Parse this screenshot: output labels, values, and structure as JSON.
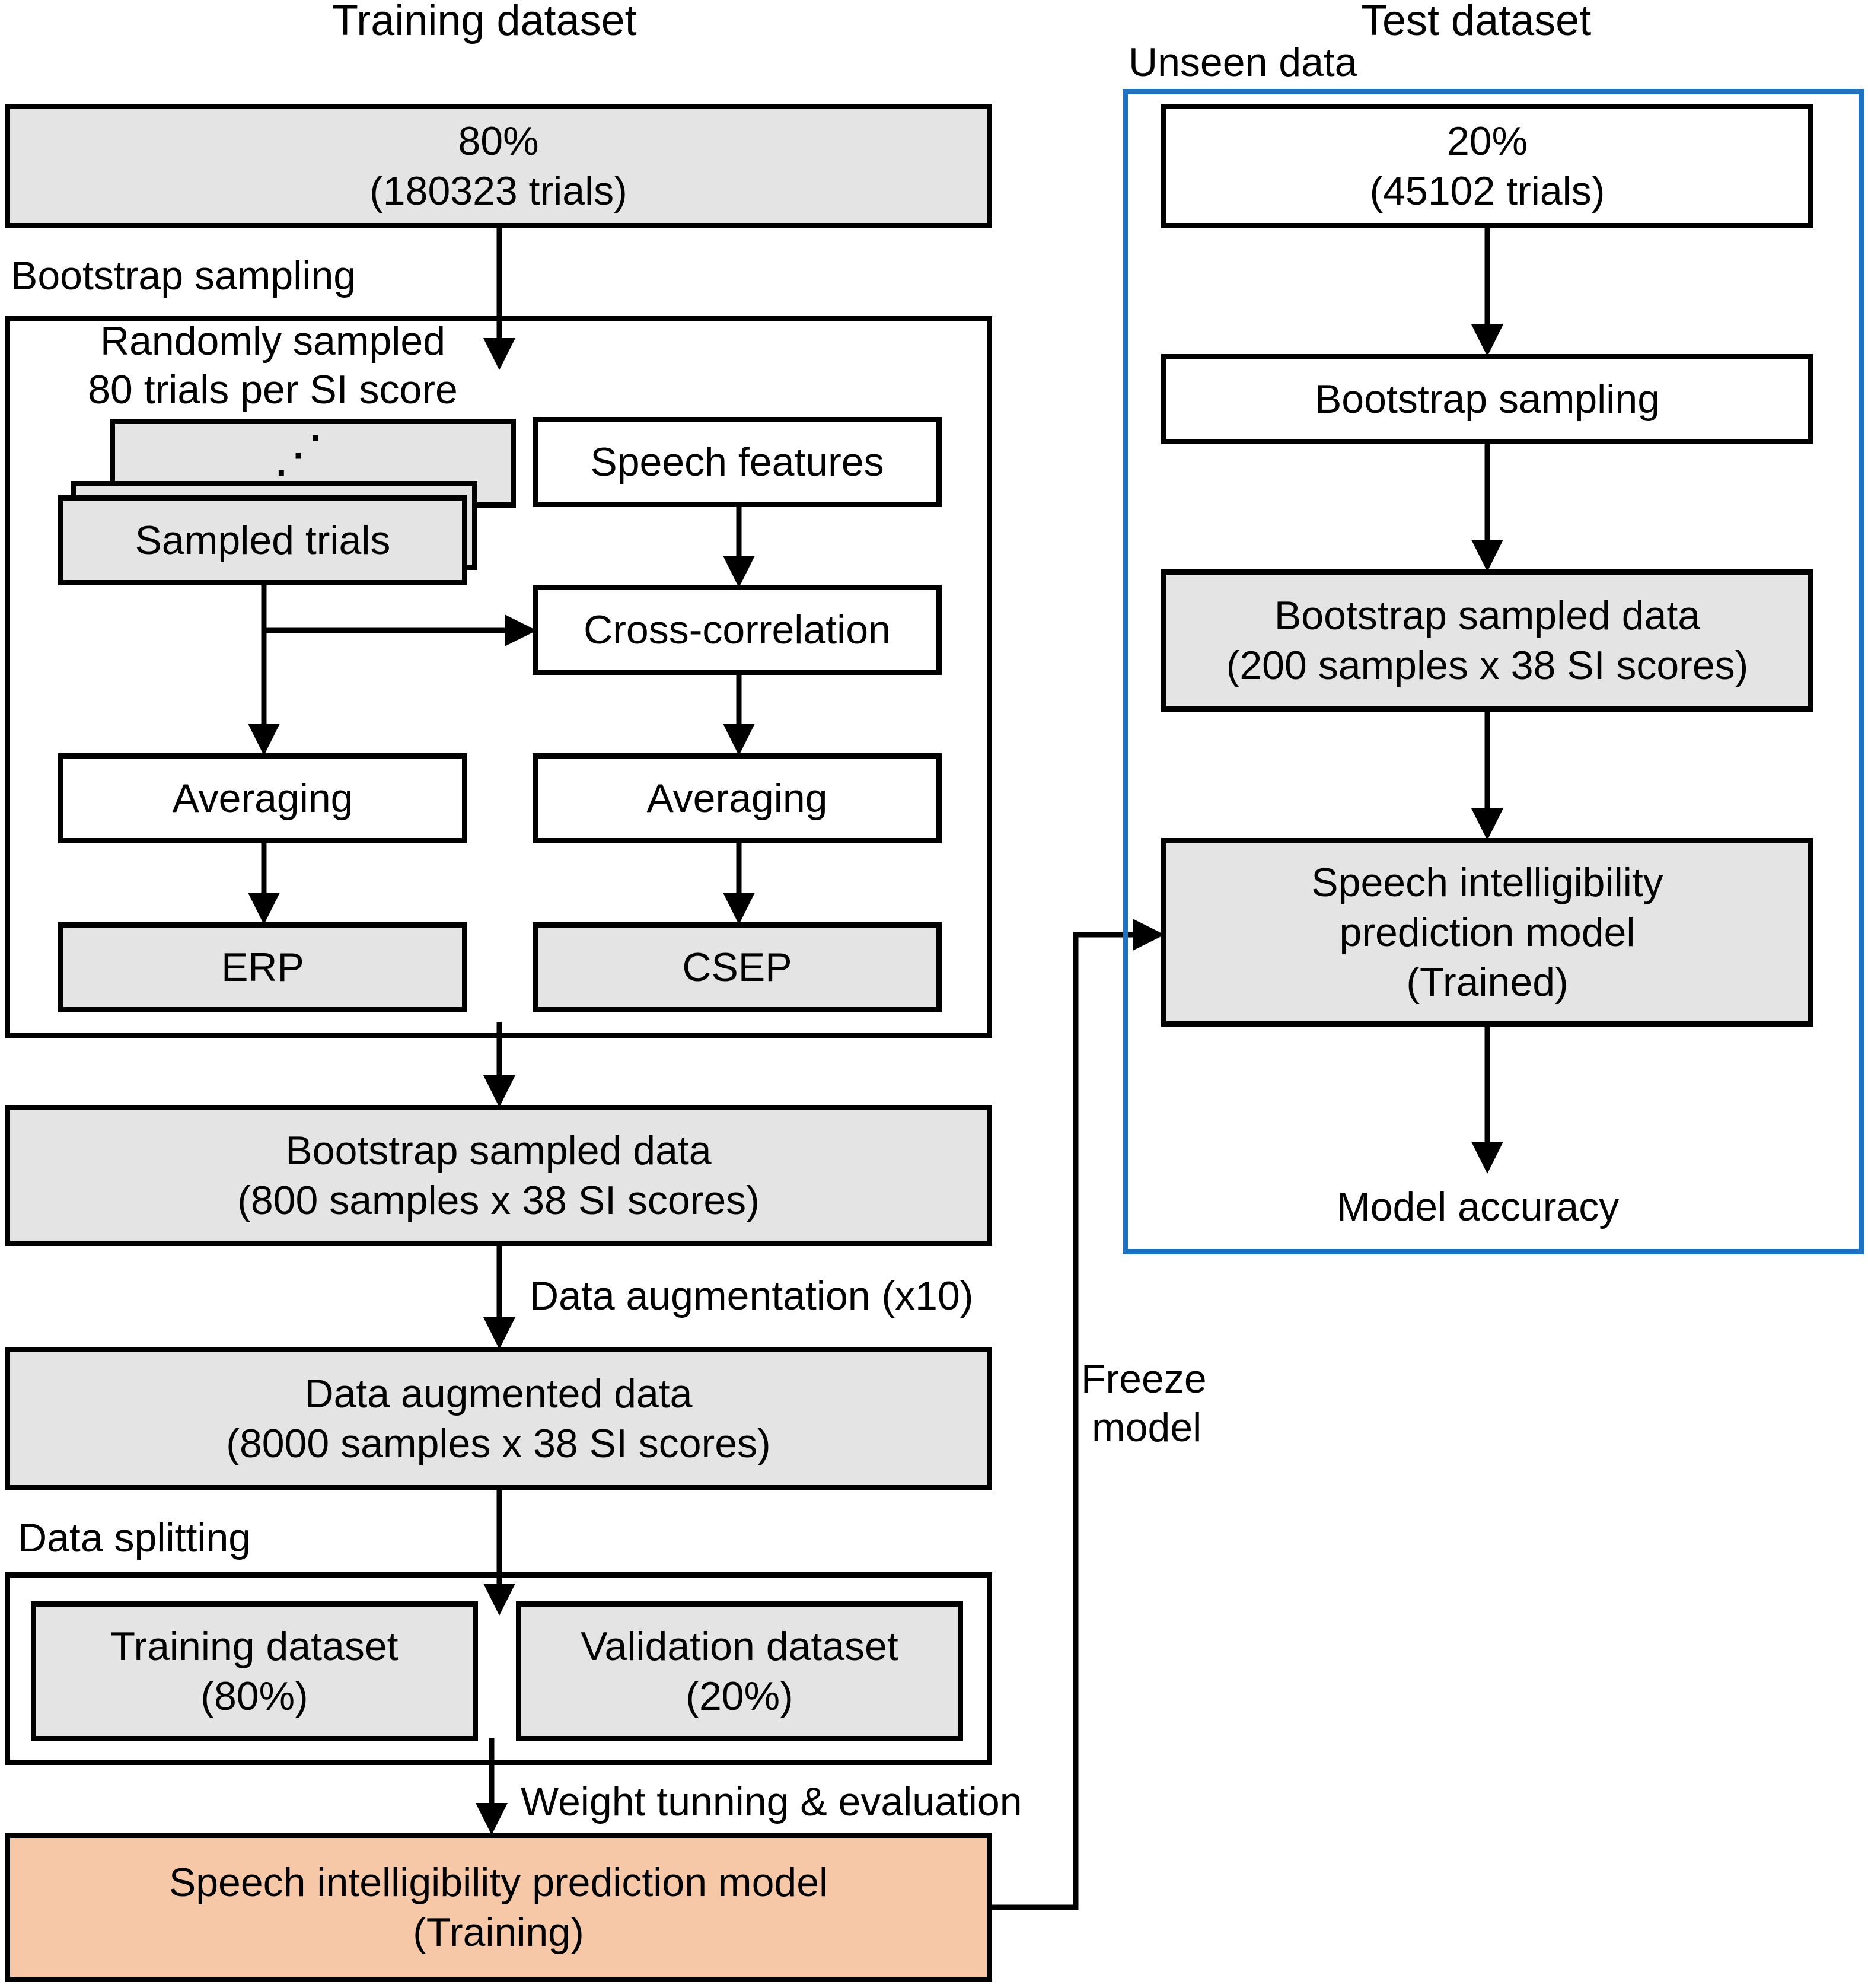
{
  "headers": {
    "training": "Training dataset",
    "test": "Test dataset"
  },
  "labels": {
    "unseen_data": "Unseen data",
    "bootstrap_sampling": "Bootstrap sampling",
    "randomly_sampled_line1": "Randomly sampled",
    "randomly_sampled_line2": "80 trials per SI score",
    "data_augmentation": "Data augmentation (x10)",
    "data_splitting": "Data splitting",
    "weight_tuning": "Weight tunning & evaluation",
    "freeze_line1": "Freeze",
    "freeze_line2": "model",
    "model_accuracy": "Model accuracy",
    "stack_dots": "⋰"
  },
  "training": {
    "split_line1": "80%",
    "split_line2": "(180323 trials)",
    "sampled_trials": "Sampled trials",
    "speech_features": "Speech features",
    "cross_correlation": "Cross-correlation",
    "averaging_left": "Averaging",
    "averaging_right": "Averaging",
    "erp": "ERP",
    "csep": "CSEP",
    "bootstrap_data_line1": "Bootstrap sampled data",
    "bootstrap_data_line2": "(800 samples x 38 SI scores)",
    "augmented_line1": "Data augmented data",
    "augmented_line2": "(8000 samples x 38 SI scores)",
    "train_split_line1": "Training dataset",
    "train_split_line2": "(80%)",
    "val_split_line1": "Validation dataset",
    "val_split_line2": "(20%)",
    "model_line1": "Speech intelligibility prediction model",
    "model_line2": "(Training)"
  },
  "test": {
    "split_line1": "20%",
    "split_line2": "(45102 trials)",
    "bootstrap_sampling": "Bootstrap sampling",
    "bootstrap_data_line1": "Bootstrap sampled data",
    "bootstrap_data_line2": "(200 samples x 38 SI scores)",
    "model_line1": "Speech intelligibility",
    "model_line2": "prediction model",
    "model_line3": "(Trained)"
  },
  "colors": {
    "box_grey": "#e4e4e4",
    "box_peach": "#f7c8a8",
    "test_frame": "#1f72bf",
    "line": "#000000"
  }
}
